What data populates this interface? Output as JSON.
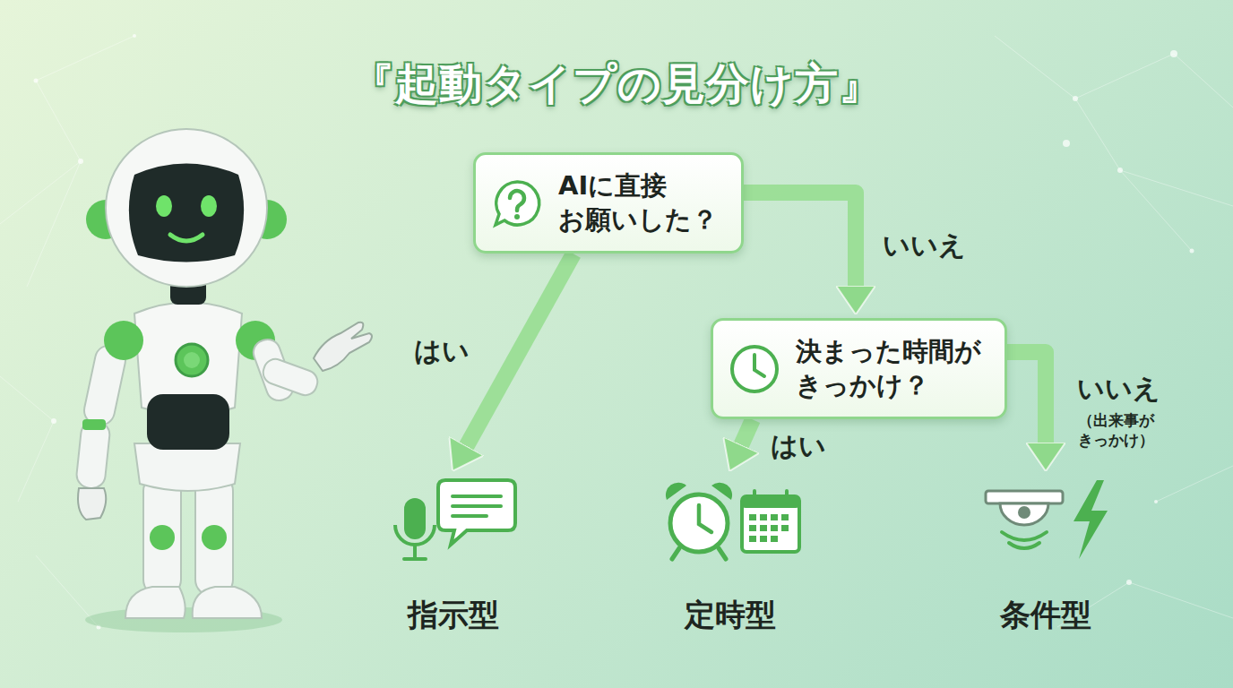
{
  "diagram": {
    "title": "『起動タイプの見分け方』",
    "nodes": [
      {
        "text": [
          "AIに直接 お願いした？"
        ]
      },
      {
        "text": [
          "決まった時間が きっかけ？"
        ]
      },
      {
        "text": [
          "指示型"
        ]
      },
      {
        "text": [
          "定時型"
        ]
      },
      {
        "text": [
          "条件型"
        ]
      }
    ],
    "edges": [
      {
        "from": 0,
        "to": 2,
        "label": "はい",
        "arrow": "to"
      },
      {
        "from": 0,
        "to": 1,
        "label": "いいえ",
        "arrow": "to"
      },
      {
        "from": 1,
        "to": 3,
        "label": "はい",
        "arrow": "to"
      },
      {
        "from": 1,
        "to": 4,
        "label": "いいえ",
        "arrow": "to"
      }
    ],
    "labels": [
      "（出来事が きっかけ）"
    ]
  }
}
